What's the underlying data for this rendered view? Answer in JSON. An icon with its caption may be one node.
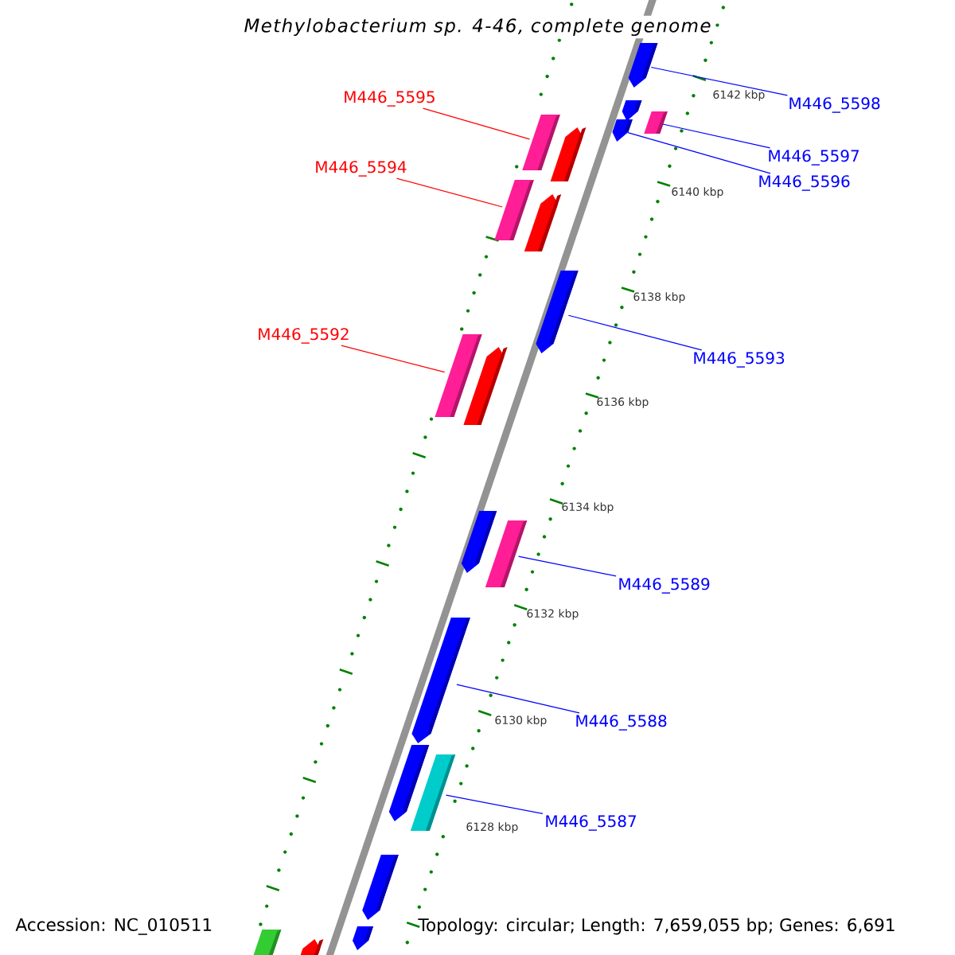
{
  "diagram": {
    "title": "Methylobacterium sp. 4-46, complete genome",
    "nodes": [
      {
        "text": [
          "M446_5595"
        ]
      },
      {
        "text": [
          "M446_5598"
        ]
      },
      {
        "text": [
          "M446_5597"
        ]
      },
      {
        "text": [
          "M446_5594"
        ]
      },
      {
        "text": [
          "M446_5596"
        ]
      },
      {
        "text": [
          "M446_5592"
        ]
      },
      {
        "text": [
          "M446_5593"
        ]
      },
      {
        "text": [
          "M446_5589"
        ]
      },
      {
        "text": [
          "M446_5588"
        ]
      },
      {
        "text": [
          "M446_5587"
        ]
      },
      {
        "text": [],
        "shape": "bar"
      },
      {
        "text": [],
        "shape": "bar"
      },
      {
        "text": [],
        "shape": "bar"
      },
      {
        "text": [],
        "shape": "bar"
      },
      {
        "text": [],
        "shape": "bar"
      },
      {
        "text": [],
        "shape": "bar"
      },
      {
        "text": [],
        "shape": "bar"
      },
      {
        "text": [],
        "shape": "bar"
      },
      {
        "text": [],
        "shape": "bar"
      },
      {
        "text": [],
        "shape": "bar"
      },
      {
        "text": [],
        "shape": "bar"
      },
      {
        "text": [],
        "shape": "bar"
      },
      {
        "text": [],
        "shape": "bar"
      },
      {
        "text": [],
        "shape": "bar"
      },
      {
        "text": [],
        "shape": "bar"
      },
      {
        "text": [],
        "shape": "bar"
      },
      {
        "text": [],
        "shape": "bar"
      },
      {
        "text": [],
        "shape": "bar"
      },
      {
        "text": [],
        "shape": "bar"
      },
      {
        "text": [],
        "shape": "bar"
      }
    ],
    "edges": [
      {
        "from": 0,
        "to": 13,
        "arrow": "none",
        "color": "#ff0000"
      },
      {
        "from": 1,
        "to": 10,
        "arrow": "none"
      },
      {
        "from": 2,
        "to": 12,
        "arrow": "none"
      },
      {
        "from": 3,
        "to": 16,
        "arrow": "none",
        "color": "#ff0000"
      },
      {
        "from": 4,
        "to": 14,
        "arrow": "none"
      },
      {
        "from": 5,
        "to": 19,
        "arrow": "none",
        "color": "#ff0000"
      },
      {
        "from": 6,
        "to": 18,
        "arrow": "none"
      },
      {
        "from": 7,
        "to": 22,
        "arrow": "none"
      },
      {
        "from": 8,
        "to": 23,
        "arrow": "none"
      },
      {
        "from": 9,
        "to": 25,
        "arrow": "none"
      }
    ],
    "labels": [
      "6142 kbp",
      "6140 kbp",
      "6138 kbp",
      "6136 kbp",
      "6134 kbp",
      "6132 kbp",
      "6130 kbp",
      "6128 kbp",
      "Accession: NC_010511",
      "Topology: circular; Length: 7,659,055 bp; Genes: 6,691"
    ]
  }
}
